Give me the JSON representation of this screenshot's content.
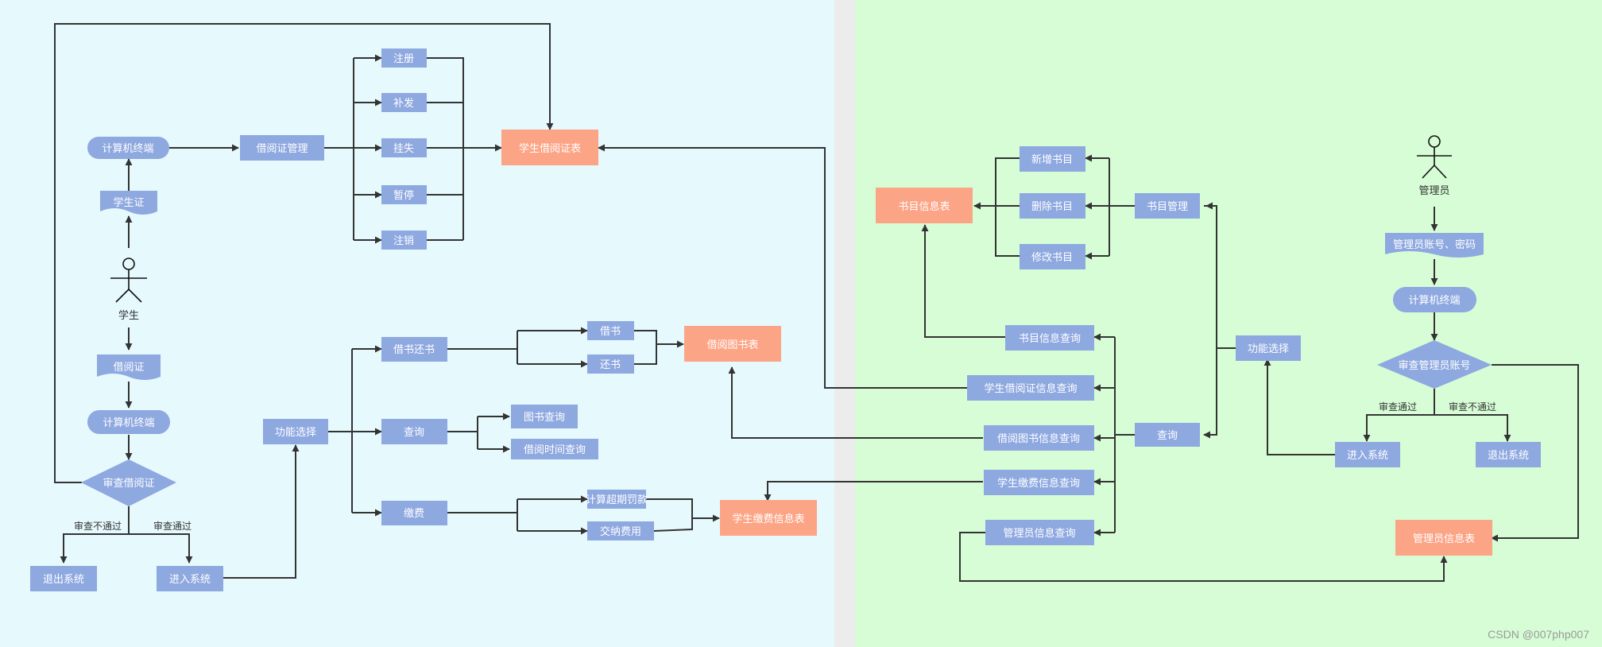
{
  "colors": {
    "left_panel": "#e6f9fd",
    "right_panel": "#d7fdd6",
    "gutter": "#ececec",
    "node": "#8ea8e0",
    "table": "#fca486",
    "text_light": "#ffffff",
    "text_dark": "#333333",
    "line": "#333333"
  },
  "student_flow": {
    "actor": "学生",
    "student_card": "学生证",
    "terminal_top": "计算机终端",
    "card_mgmt": "借阅证管理",
    "ops": [
      "注册",
      "补发",
      "挂失",
      "暂停",
      "注销"
    ],
    "card_table": "学生借阅证表",
    "library_card": "借阅证",
    "terminal_mid": "计算机终端",
    "review": "审查借阅证",
    "fail_label": "审查不通过",
    "pass_label": "审查通过",
    "exit": "退出系统",
    "enter": "进入系统",
    "func_select": "功能选择",
    "borrow_return": "借书还书",
    "borrow": "借书",
    "return": "还书",
    "borrow_table": "借阅图书表",
    "query": "查询",
    "book_query": "图书查询",
    "time_query": "借阅时间查询",
    "payment": "缴费",
    "calc_fine": "计算超期罚款",
    "pay_fee": "交纳费用",
    "fee_table": "学生缴费信息表"
  },
  "admin_flow": {
    "actor": "管理员",
    "credentials": "管理员账号、密码",
    "terminal": "计算机终端",
    "review": "审查管理员账号",
    "pass_label": "审查通过",
    "fail_label": "审查不通过",
    "enter": "进入系统",
    "exit": "退出系统",
    "func_select": "功能选择",
    "book_mgmt": "书目管理",
    "add_book": "新增书目",
    "delete_book": "删除书目",
    "edit_book": "修改书目",
    "book_table": "书目信息表",
    "book_info_query": "书目信息查询",
    "card_info_query": "学生借阅证信息查询",
    "borrow_info_query": "借阅图书信息查询",
    "fee_info_query": "学生缴费信息查询",
    "admin_info_query": "管理员信息查询",
    "query": "查询",
    "admin_table": "管理员信息表"
  },
  "watermark": "CSDN @007php007"
}
